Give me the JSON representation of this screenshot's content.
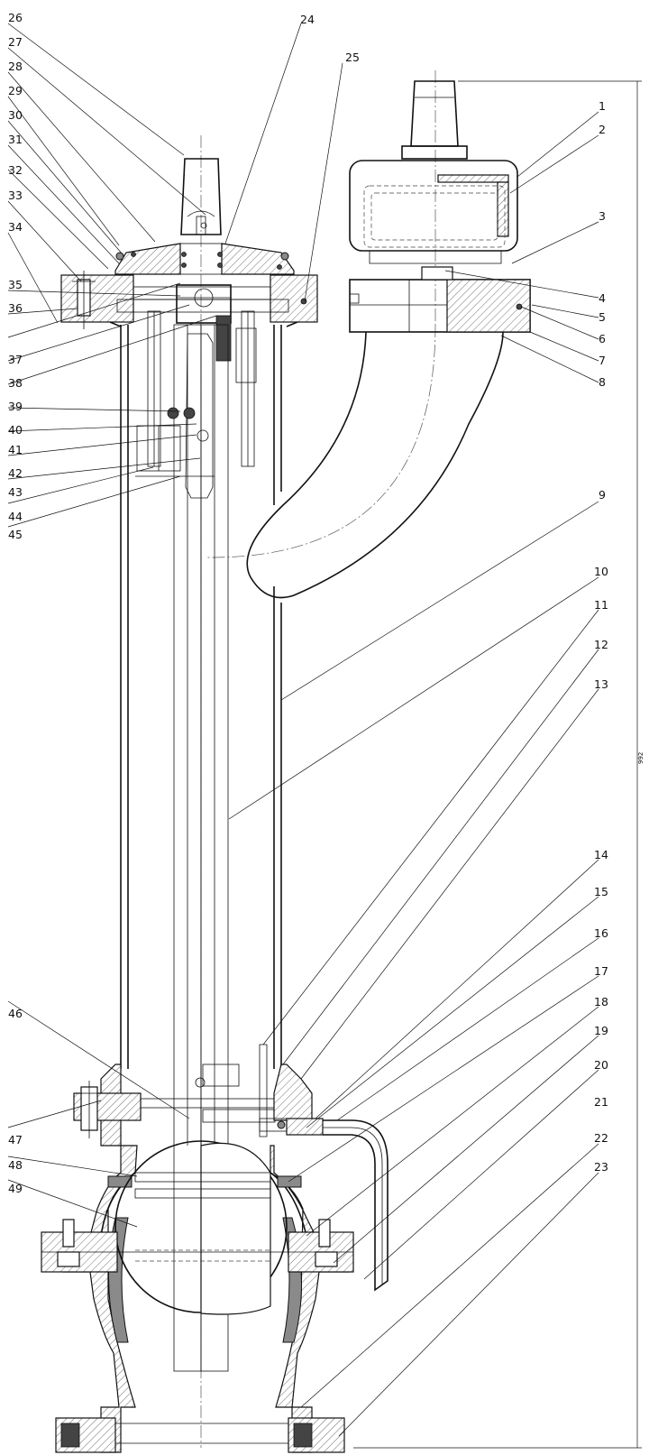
{
  "drawing": {
    "dimension": "992",
    "callouts": {
      "left": [
        "26",
        "27",
        "28",
        "29",
        "30",
        "31",
        "32",
        "33",
        "34",
        "35",
        "36",
        "37",
        "38",
        "39",
        "40",
        "41",
        "42",
        "43",
        "44",
        "45",
        "46",
        "47",
        "48",
        "49"
      ],
      "top": [
        "24",
        "25"
      ],
      "right": [
        "1",
        "2",
        "3",
        "4",
        "5",
        "6",
        "7",
        "8",
        "9",
        "10",
        "11",
        "12",
        "13",
        "14",
        "15",
        "16",
        "17",
        "18",
        "19",
        "20",
        "21",
        "22",
        "23"
      ]
    }
  }
}
